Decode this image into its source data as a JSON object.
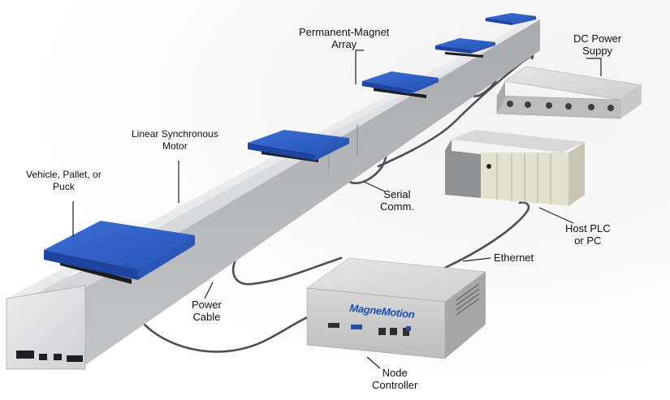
{
  "labels": {
    "puck": [
      "Vehicle, Pallet, or",
      "Puck"
    ],
    "motor": [
      "Linear Synchronous",
      "Motor"
    ],
    "magnet": [
      "Permanent-Magnet",
      "Array"
    ],
    "dc_power": [
      "DC Power",
      "Suppy"
    ],
    "serial": [
      "Serial",
      "Comm."
    ],
    "host_plc": [
      "Host PLC",
      "or PC"
    ],
    "ethernet": "Ethernet",
    "power_cable": [
      "Power",
      "Cable"
    ],
    "node_controller": [
      "Node",
      "Controller"
    ]
  },
  "logo_text": "MagneMotion",
  "colors": {
    "puck_blue": "#2f62c9",
    "track_metal": "#c9cacc",
    "cable": "#4d4f55"
  }
}
